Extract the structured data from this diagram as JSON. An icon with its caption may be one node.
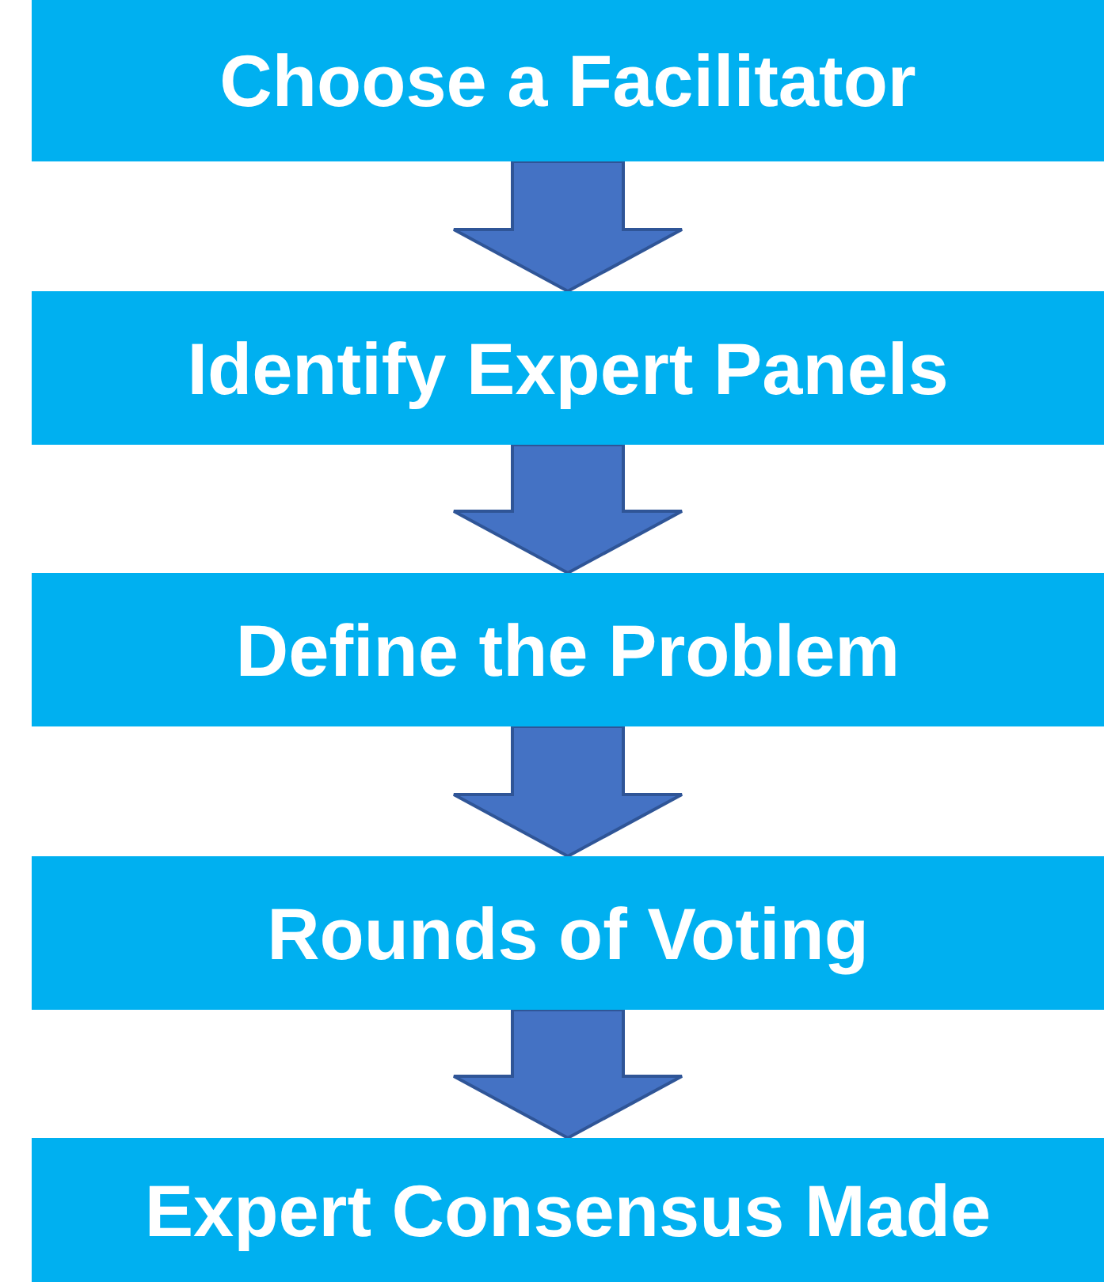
{
  "diagram": {
    "nodes": [
      {
        "text": [
          "Choose a Facilitator"
        ]
      },
      {
        "text": [
          "Identify Expert Panels"
        ]
      },
      {
        "text": [
          "Define the Problem"
        ]
      },
      {
        "text": [
          "Rounds of Voting"
        ]
      },
      {
        "text": [
          "Expert Consensus Made"
        ]
      }
    ],
    "edges": [
      {
        "from": 0,
        "to": 1,
        "arrow": "to"
      },
      {
        "from": 1,
        "to": 2,
        "arrow": "to"
      },
      {
        "from": 2,
        "to": 3,
        "arrow": "to"
      },
      {
        "from": 3,
        "to": 4,
        "arrow": "to"
      }
    ]
  }
}
